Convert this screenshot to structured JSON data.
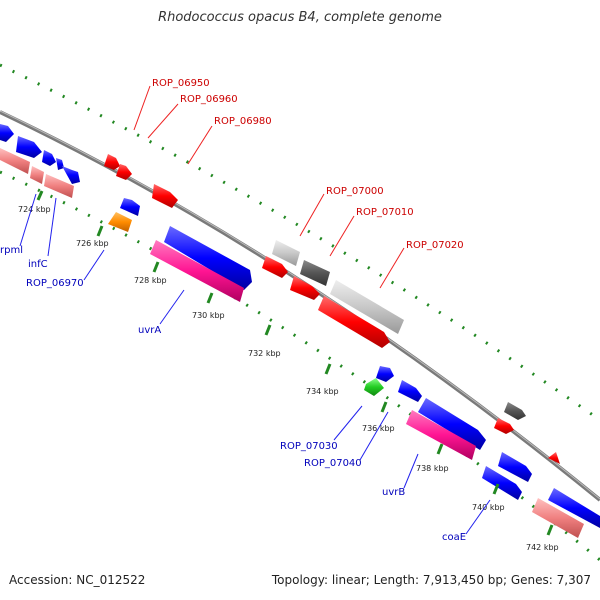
{
  "title": "Rhodococcus opacus B4, complete genome",
  "footer": {
    "accession": "Accession: NC_012522",
    "topology": "Topology: linear; Length: 7,913,450 bp; Genes: 7,307"
  },
  "ticks": [
    "724 kbp",
    "726 kbp",
    "728 kbp",
    "730 kbp",
    "732 kbp",
    "734 kbp",
    "736 kbp",
    "738 kbp",
    "740 kbp",
    "742 kbp"
  ],
  "labels_top": [
    "ROP_06950",
    "ROP_06960",
    "ROP_06980",
    "ROP_07000",
    "ROP_07010",
    "ROP_07020"
  ],
  "labels_bottom": [
    "rpml",
    "infC",
    "ROP_06970",
    "uvrA",
    "ROP_07030",
    "ROP_07040",
    "uvrB",
    "coaE"
  ],
  "colors": {
    "forward_cds": "#ff0000",
    "reverse_cds": "#0000ff",
    "forward_gene": "#c0c0c0",
    "reverse_gene": "#f08080",
    "pink_gene": "#ff1493",
    "orange_gene": "#ff8c00",
    "green_gene": "#22cc22",
    "dark_gene": "#555555",
    "label_top": "#cc0000",
    "label_bottom": "#0000bb",
    "backbone": "#888888",
    "dots": "#228822"
  }
}
